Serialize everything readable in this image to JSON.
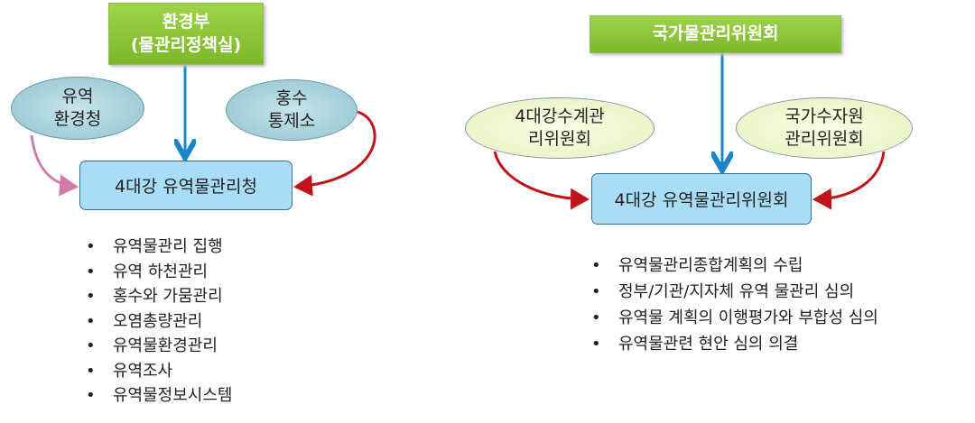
{
  "left": {
    "top_box": {
      "line1": "환경부",
      "line2": "(물관리정책실)"
    },
    "ellipse_left": {
      "line1": "유역",
      "line2": "환경청"
    },
    "ellipse_right": {
      "line1": "홍수",
      "line2": "통제소"
    },
    "center_box": "4대강 유역물관리청",
    "bullets": [
      "유역물관리 집행",
      "유역 하천관리",
      "홍수와 가뭄관리",
      "오염총량관리",
      "유역물환경관리",
      "유역조사",
      "유역물정보시스템"
    ]
  },
  "right": {
    "top_box": "국가물관리위원회",
    "ellipse_left": {
      "line1": "4대강수계관",
      "line2": "리위원회"
    },
    "ellipse_right": {
      "line1": "국가수자원",
      "line2": "관리위원회"
    },
    "center_box": "4대강 유역물관리위원회",
    "bullets": [
      "유역물관리종합계획의 수립",
      "정부/기관/지자체 유역 물관리 심의",
      "유역물 계획의 이행평가와 부합성 심의",
      "유역물관련 현안 심의 의결"
    ]
  },
  "colors": {
    "blue_arrow": "#1a86c8",
    "red_arrow": "#c0141c",
    "pink_arrow": "#d07aa8",
    "green_box": "#8cc63f",
    "blue_box": "#a9dcf6"
  }
}
